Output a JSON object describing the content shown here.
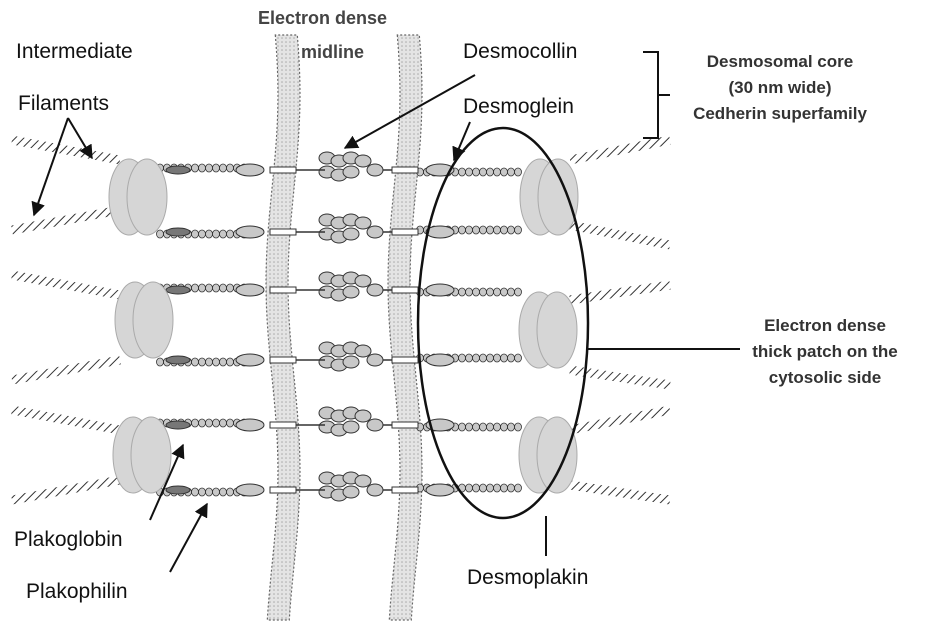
{
  "labels": {
    "electron_dense": "Electron dense",
    "midline": "midline",
    "intermediate": "Intermediate",
    "filaments": "Filaments",
    "desmocollin": "Desmocollin",
    "desmoglein": "Desmoglein",
    "core_line1": "Desmosomal core",
    "core_line2": "(30 nm wide)",
    "core_line3": "Cedherin superfamily",
    "patch_line1": "Electron dense",
    "patch_line2": "thick patch on the",
    "patch_line3": "cytosolic side",
    "plakoglobin": "Plakoglobin",
    "plakophilin": "Plakophilin",
    "desmoplakin": "Desmoplakin"
  },
  "colors": {
    "plaque": "#d6d6d6",
    "membrane": "#e2e2e2",
    "protein": "#c8c8c8",
    "stroke": "#333333",
    "text": "#111111"
  }
}
